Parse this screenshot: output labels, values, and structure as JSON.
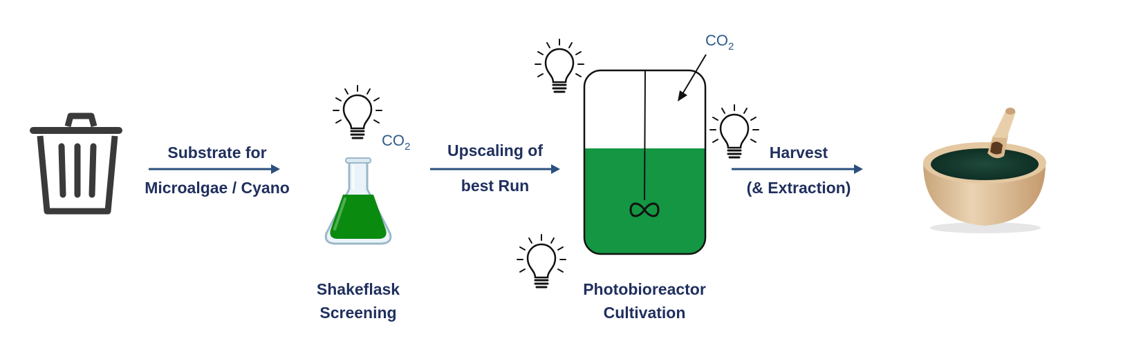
{
  "steps": {
    "substrate": {
      "line1": "Substrate for",
      "line2": "Microalgae / Cyano"
    },
    "shakeflask": {
      "line1": "Shakeflask",
      "line2": "Screening",
      "gas": "CO",
      "gas_sub": "2"
    },
    "upscaling": {
      "line1": "Upscaling of",
      "line2": "best Run"
    },
    "photobioreactor": {
      "line1": "Photobioreactor",
      "line2": "Cultivation",
      "gas": "CO",
      "gas_sub": "2"
    },
    "harvest": {
      "line1": "Harvest",
      "line2": "(& Extraction)"
    }
  },
  "icons": {
    "waste": "trash-can-icon",
    "light": "light-bulb-icon",
    "flask": "erlenmeyer-flask-icon",
    "reactor": "photobioreactor-vessel-icon",
    "product": "spirulina-powder-bowl-icon"
  },
  "colors": {
    "label": "#1f2f5e",
    "arrow": "#2b4f7e",
    "culture": "#149643",
    "trash": "#3a3a3a"
  }
}
